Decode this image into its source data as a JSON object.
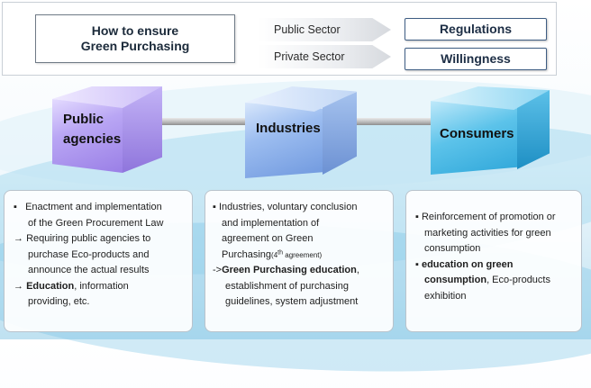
{
  "header": {
    "title_line1": "How to ensure",
    "title_line2": "Green Purchasing",
    "sectors": [
      {
        "label": "Public Sector",
        "result": "Regulations"
      },
      {
        "label": "Private Sector",
        "result": "Willingness"
      }
    ]
  },
  "actors": [
    {
      "line1": "Public",
      "line2": "agencies"
    },
    {
      "label": "Industries"
    },
    {
      "label": "Consumers"
    }
  ],
  "panels": {
    "public": {
      "bullet": "▪",
      "l1": "Enactment and implementation",
      "l2": "of the Green Procurement Law",
      "arrow": "→",
      "l3": "Requiring public agencies to",
      "l4": "purchase Eco-products and",
      "l5": "announce the actual results",
      "l6_bold": "Education",
      "l6_rest": ", information",
      "l7": "providing, etc."
    },
    "industries": {
      "bullet": "▪",
      "l1": "Industries, voluntary conclusion",
      "l2": "and implementation of",
      "l3": "agreement on Green",
      "l4": "Purchasing",
      "l4_note": "(4",
      "l4_sup": "th",
      "l4_note2": " agreement)",
      "arrow": "->",
      "l5_bold": "Green Purchasing education",
      "l5_rest": ",",
      "l6": "establishment of purchasing",
      "l7": "guidelines, system adjustment"
    },
    "consumers": {
      "bullet": "▪",
      "l1": "Reinforcement of promotion or",
      "l2": "marketing activities for green",
      "l3": "consumption",
      "l4_bold": "education on green",
      "l5_bold": "consumption",
      "l5_rest": ", Eco-products",
      "l6": "exhibition"
    }
  },
  "colors": {
    "purple_cube": "#a98ef0",
    "blue_cube": "#7fa7e6",
    "teal_cube": "#3ab4e4"
  }
}
